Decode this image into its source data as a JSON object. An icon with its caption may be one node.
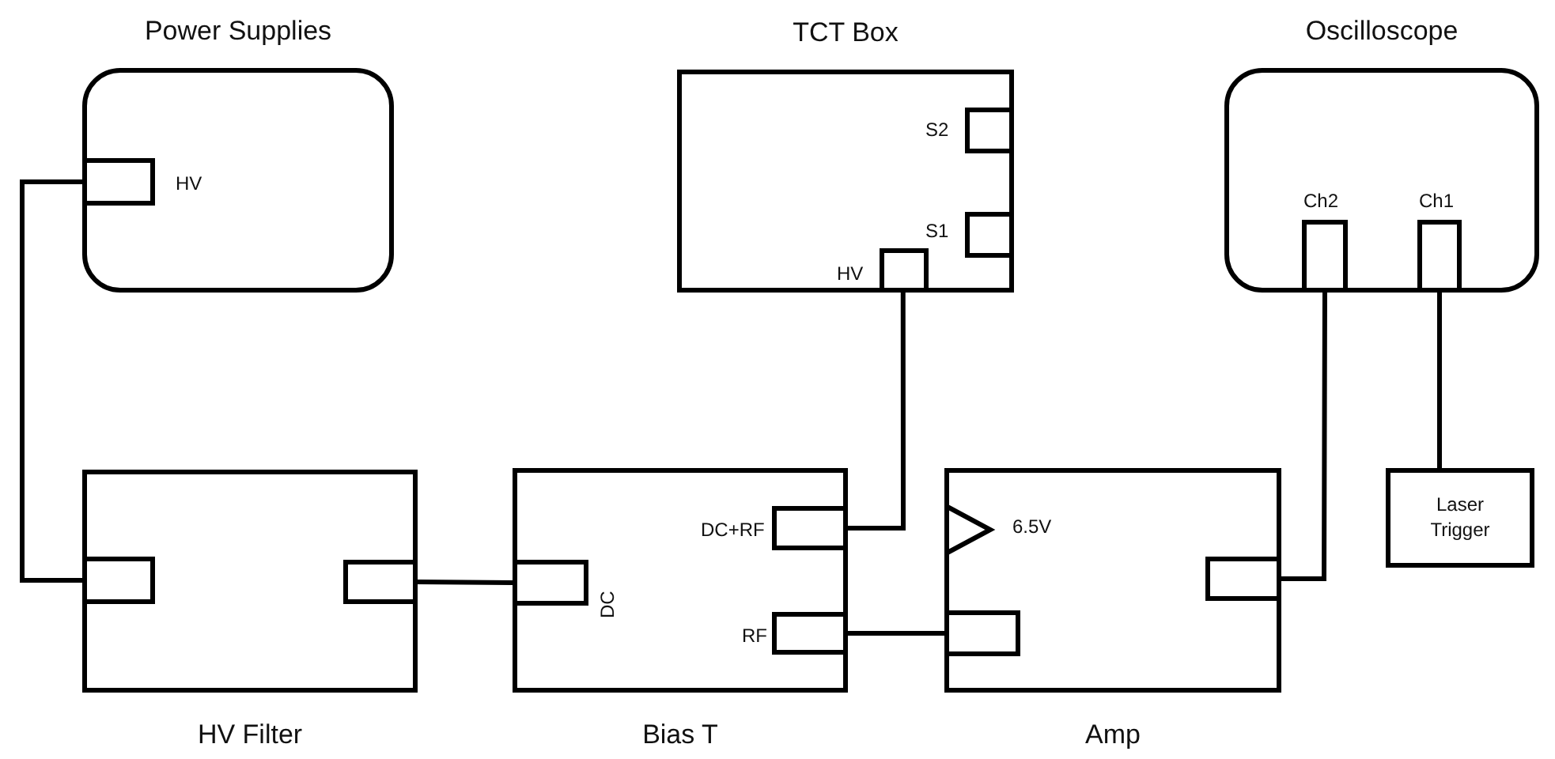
{
  "diagram": {
    "nodes": [
      {
        "text": [
          "Power Supplies"
        ]
      },
      {
        "text": [],
        "shape": "box",
        "in": 0,
        "beside": [
          "HV"
        ]
      },
      {
        "text": [
          "TCT Box"
        ]
      },
      {
        "text": [],
        "shape": "box",
        "in": 2,
        "beside": [
          "S2"
        ]
      },
      {
        "text": [],
        "shape": "box",
        "in": 2,
        "beside": [
          "S1"
        ]
      },
      {
        "text": [],
        "shape": "box",
        "in": 2,
        "beside": [
          "HV"
        ]
      },
      {
        "text": [
          "Oscilloscope"
        ]
      },
      {
        "text": [],
        "shape": "box",
        "in": 6,
        "beside": [
          "Ch2"
        ]
      },
      {
        "text": [],
        "shape": "box",
        "in": 6,
        "beside": [
          "Ch1"
        ]
      },
      {
        "text": [
          "HV Filter"
        ]
      },
      {
        "text": [],
        "shape": "box",
        "in": 9
      },
      {
        "text": [],
        "shape": "box",
        "in": 9
      },
      {
        "text": [
          "Bias T"
        ]
      },
      {
        "text": [],
        "shape": "box",
        "in": 12,
        "beside": [
          "DC"
        ]
      },
      {
        "text": [],
        "shape": "box",
        "in": 12,
        "beside": [
          "DC+RF"
        ]
      },
      {
        "text": [],
        "shape": "box",
        "in": 12,
        "beside": [
          "RF"
        ]
      },
      {
        "text": [
          "Amp"
        ]
      },
      {
        "text": [],
        "shape": "box",
        "in": 16
      },
      {
        "text": [],
        "shape": "box",
        "in": 16
      },
      {
        "text": [
          "Laser Trigger"
        ]
      }
    ],
    "edges": [
      {
        "from": 1,
        "to": 10,
        "arrow": "none"
      },
      {
        "from": 11,
        "to": 13,
        "arrow": "none"
      },
      {
        "from": 5,
        "to": 14,
        "arrow": "none"
      },
      {
        "from": 15,
        "to": 17,
        "arrow": "none"
      },
      {
        "from": 18,
        "to": 7,
        "arrow": "none"
      },
      {
        "from": 19,
        "to": 8,
        "arrow": "none"
      }
    ],
    "labels": [
      "6.5V"
    ]
  }
}
